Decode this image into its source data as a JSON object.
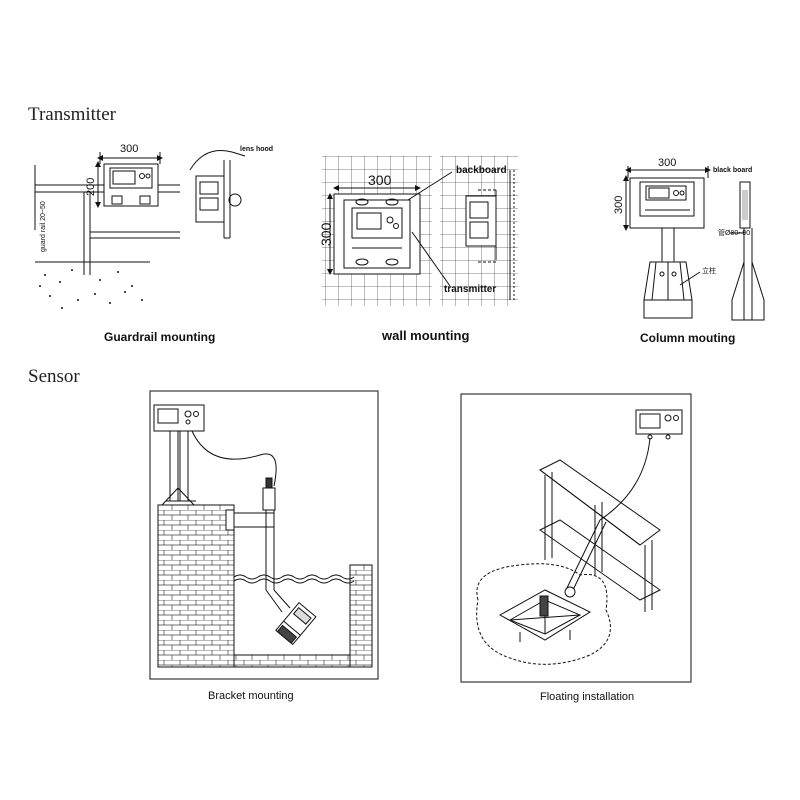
{
  "sections": {
    "transmitter_title": "Transmitter",
    "sensor_title": "Sensor"
  },
  "guardrail": {
    "caption": "Guardrail mounting",
    "dim_width": "300",
    "dim_height": "200",
    "rail_label": "guard rail 20~50",
    "hood_label": "lens hood"
  },
  "wall": {
    "caption": "wall mounting",
    "dim_width": "300",
    "dim_height": "300",
    "backboard_label": "backboard",
    "transmitter_label": "transmitter"
  },
  "column": {
    "caption": "Column mouting",
    "dim_width": "300",
    "dim_height": "300",
    "board_label": "black board",
    "pipe_label": "管Ø80~90",
    "post_label": "立柱"
  },
  "bracket": {
    "caption": "Bracket mounting"
  },
  "floating": {
    "caption": "Floating installation"
  }
}
